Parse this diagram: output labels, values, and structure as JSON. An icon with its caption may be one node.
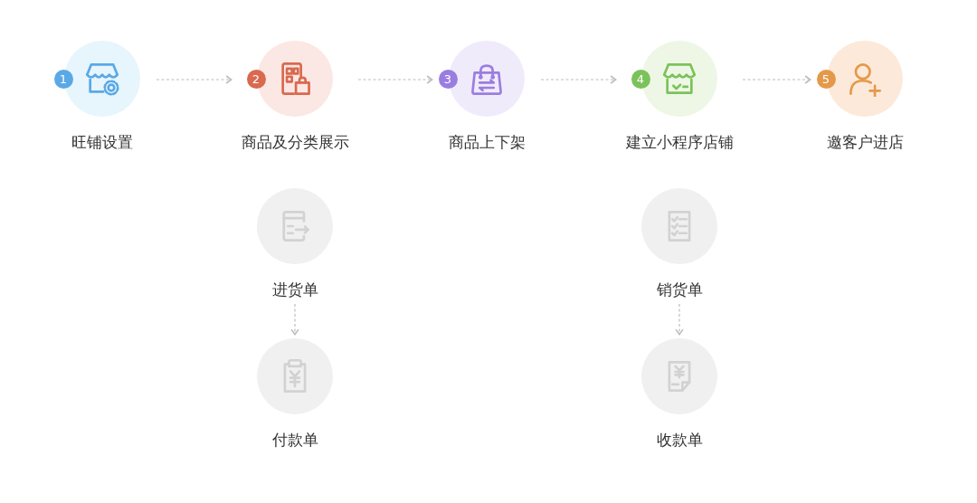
{
  "diagram": {
    "nodes": [
      {
        "text": [
          "1",
          "旺铺设置"
        ]
      },
      {
        "text": [
          "2",
          "商品及分类展示"
        ]
      },
      {
        "text": [
          "3",
          "商品上下架"
        ]
      },
      {
        "text": [
          "4",
          "建立小程序店铺"
        ]
      },
      {
        "text": [
          "5",
          "邀客户进店"
        ]
      },
      {
        "text": [
          "进货单"
        ]
      },
      {
        "text": [
          "付款单"
        ]
      },
      {
        "text": [
          "销货单"
        ]
      },
      {
        "text": [
          "收款单"
        ]
      }
    ],
    "edges": [
      {
        "from": 0,
        "to": 1,
        "arrow": "to",
        "style": "dashed"
      },
      {
        "from": 1,
        "to": 2,
        "arrow": "to",
        "style": "dashed"
      },
      {
        "from": 2,
        "to": 3,
        "arrow": "to",
        "style": "dashed"
      },
      {
        "from": 3,
        "to": 4,
        "arrow": "to",
        "style": "dashed"
      },
      {
        "from": 5,
        "to": 6,
        "arrow": "to",
        "style": "dashed"
      },
      {
        "from": 7,
        "to": 8,
        "arrow": "to",
        "style": "dashed"
      }
    ]
  }
}
